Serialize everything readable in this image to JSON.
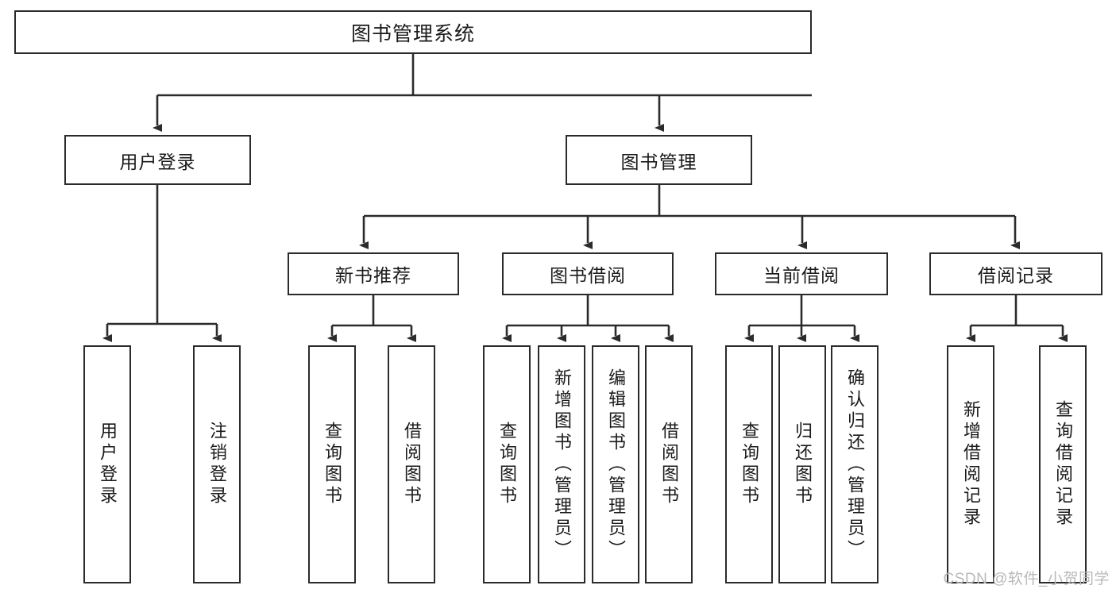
{
  "diagram": {
    "title": "图书管理系统",
    "type": "tree-hierarchy-chart",
    "root": {
      "label": "图书管理系统"
    },
    "level2": [
      {
        "label": "用户登录"
      },
      {
        "label": "图书管理"
      }
    ],
    "level3": [
      {
        "label": "新书推荐"
      },
      {
        "label": "图书借阅"
      },
      {
        "label": "当前借阅"
      },
      {
        "label": "借阅记录"
      }
    ],
    "leaves": {
      "user_login": [
        {
          "label": "用户登录"
        },
        {
          "label": "注销登录"
        }
      ],
      "new_book_recommend": [
        {
          "label": "查询图书"
        },
        {
          "label": "借阅图书"
        }
      ],
      "book_borrow": [
        {
          "label": "查询图书"
        },
        {
          "label": "新增图书（管理员）"
        },
        {
          "label": "编辑图书（管理员）"
        },
        {
          "label": "借阅图书"
        }
      ],
      "current_borrow": [
        {
          "label": "查询图书"
        },
        {
          "label": "归还图书"
        },
        {
          "label": "确认归还（管理员）"
        }
      ],
      "borrow_record": [
        {
          "label": "新增借阅记录"
        },
        {
          "label": "查询借阅记录"
        }
      ]
    }
  },
  "watermark": {
    "text": "CSDN @软件_小贺同学"
  },
  "colors": {
    "stroke": "#2b2b2b",
    "box_fill": "#ffffff",
    "text": "#1a1a1a",
    "watermark": "#b9b9b9"
  }
}
